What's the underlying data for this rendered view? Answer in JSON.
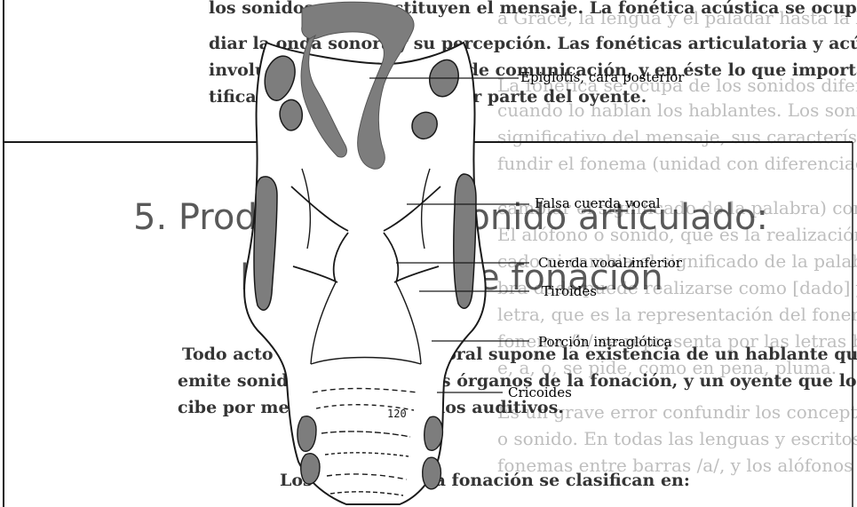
{
  "labels": {
    "epiglotis": "Epiglotis, cara posterior",
    "falsa": "Falsa cuerda vocal",
    "inferior": "Cuerda vocal inferior",
    "tiroides": "Tiroides",
    "intraglotica": "Porción intraglótica",
    "cricoides": "Cricoides",
    "tag_120": "120"
  },
  "bleed_left": {
    "l1": "los sonidos que constituyen el mensaje. La fonética acústica se ocupa de estu-",
    "l2": "diar la onda sonora y su percepción. Las fonéticas articulatoria y acústica están",
    "l3": "involucradas en el proceso de comunicación, y en éste lo que importa es la iden-",
    "l4": "tificación de los fonemas por parte del oyente.",
    "head1": "5. Producción del sonido articulado:",
    "head2": "los órganos de fonación",
    "p1": "Todo acto de comunicación oral supone la existencia de un hablante que",
    "p2": "emite sonidos a través de los órganos de la fonación, y un oyente que los per-",
    "p3": "cibe por medio de sus órganos auditivos.",
    "p4": "Los órganos de la fonación se clasifican en:"
  },
  "bleed_right": {
    "r1": "a Grace, la lengua y el paladar hasta la lengua, alveolos",
    "r2": "La fonética se ocupa de los sonidos diferentes intuyendo los fonemas",
    "r3": "cuando lo hablan los hablantes. Los sonidos que no cambian el valor",
    "r4": "significativo del mensaje, sus características. Así pues, no hay que con-",
    "r5": "fundir el fonema (unidad con diferenciación que aunque sin significado, puede",
    "r6": "cambiar el significado de la palabra) con el",
    "r7": "El alófono o sonido, que es la realización del fonema, no tiene signifi-",
    "r8": "cado ni cambia el significado de la palabra; por ejemplo, la pala-",
    "r9": "bra dado puede realizarse como [dado] y [daðo]. Y la grafía o",
    "r10": "letra, que es la representación del fonema en la escritura; por ejemplo, el",
    "r11": "fonema /b/ se representa por las letras b y v; el fonema /a/ por la a,",
    "r12": "e, a, o, se pide, como en pena, pluma.",
    "r13": "Es un grave error confundir los conceptos de grafía, fonema y alófono",
    "r14": "o sonido. En todas las lenguas y escritos, representamos los",
    "r15": "fonemas entre barras /a/, y los alófonos o sonidos entre corchetes."
  },
  "colors": {
    "cartilage_fill": "#ffffff",
    "shade": "#7d7d7d",
    "outline": "#1a1a1a"
  }
}
